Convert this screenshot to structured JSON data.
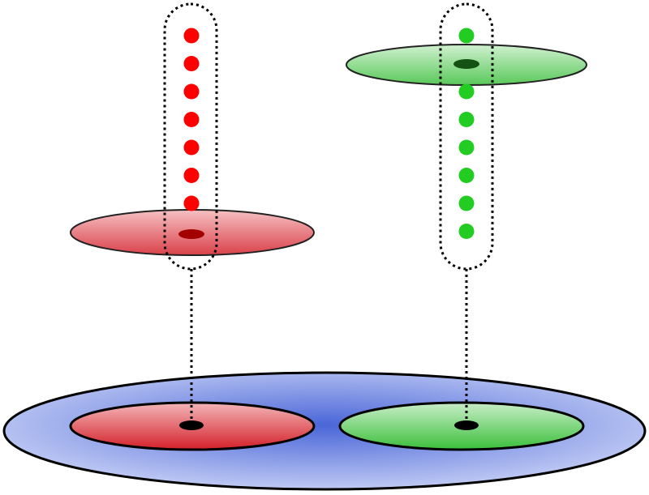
{
  "colors": {
    "background": "#ffffff",
    "base": "#4a66d8",
    "base_light": "#c9d2f6",
    "red": "#d4202a",
    "red_light": "#f3b6b8",
    "green": "#3bbf3b",
    "green_light": "#c8eec8",
    "red_dot": "#ff0000",
    "green_dot": "#22cc22",
    "outline": "#000000"
  },
  "groups": [
    {
      "id": "red",
      "stack_count": 8,
      "floating_disk_at_stack_index": 7
    },
    {
      "id": "green",
      "stack_count": 8,
      "floating_disk_at_stack_index": 1
    }
  ]
}
